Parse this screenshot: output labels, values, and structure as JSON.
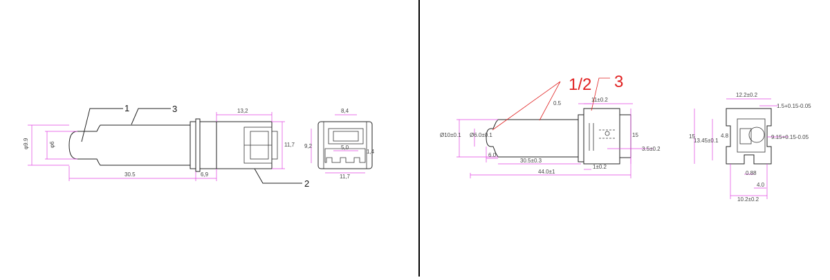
{
  "colors": {
    "outline": "#222222",
    "dimension": "#e040e0",
    "callout_red": "#e02020",
    "divider": "#000000"
  },
  "left": {
    "callouts": {
      "c1": "1",
      "c3": "3",
      "c2": "2"
    },
    "dims": {
      "top_width": "13,2",
      "dia_outer": "φ9.9",
      "dia_inner": "φ6",
      "length": "30.5",
      "collar": "6,9",
      "height": "11,7",
      "end_width": "8,4",
      "end_height": "9,2",
      "end_inner": "5,0",
      "end_bottom": "11,7",
      "end_small": "1,4"
    }
  },
  "right": {
    "callouts": {
      "c12": "1/2",
      "c3": "3"
    },
    "dims": {
      "gap": "0.5",
      "top_tol": "11±0.2",
      "dia_outer": "Ø10±0.1",
      "dia_inner": "Ø6.0±0.1",
      "tip": "6.0",
      "length": "30.5±0.3",
      "total": "44.0±1",
      "step": "1±0.2",
      "height": "15",
      "pin": "3.5±0.2",
      "end_top": "12.2±0.2",
      "end_right_top": "1.5+0.15-0.05",
      "end_left": "15",
      "end_inner_h": "13.45±0.1",
      "end_small": "4.8",
      "end_right": "9.15+0.15-0.05",
      "end_088": "0.88",
      "end_40": "4.0",
      "end_bottom": "10.2±0.2"
    }
  }
}
